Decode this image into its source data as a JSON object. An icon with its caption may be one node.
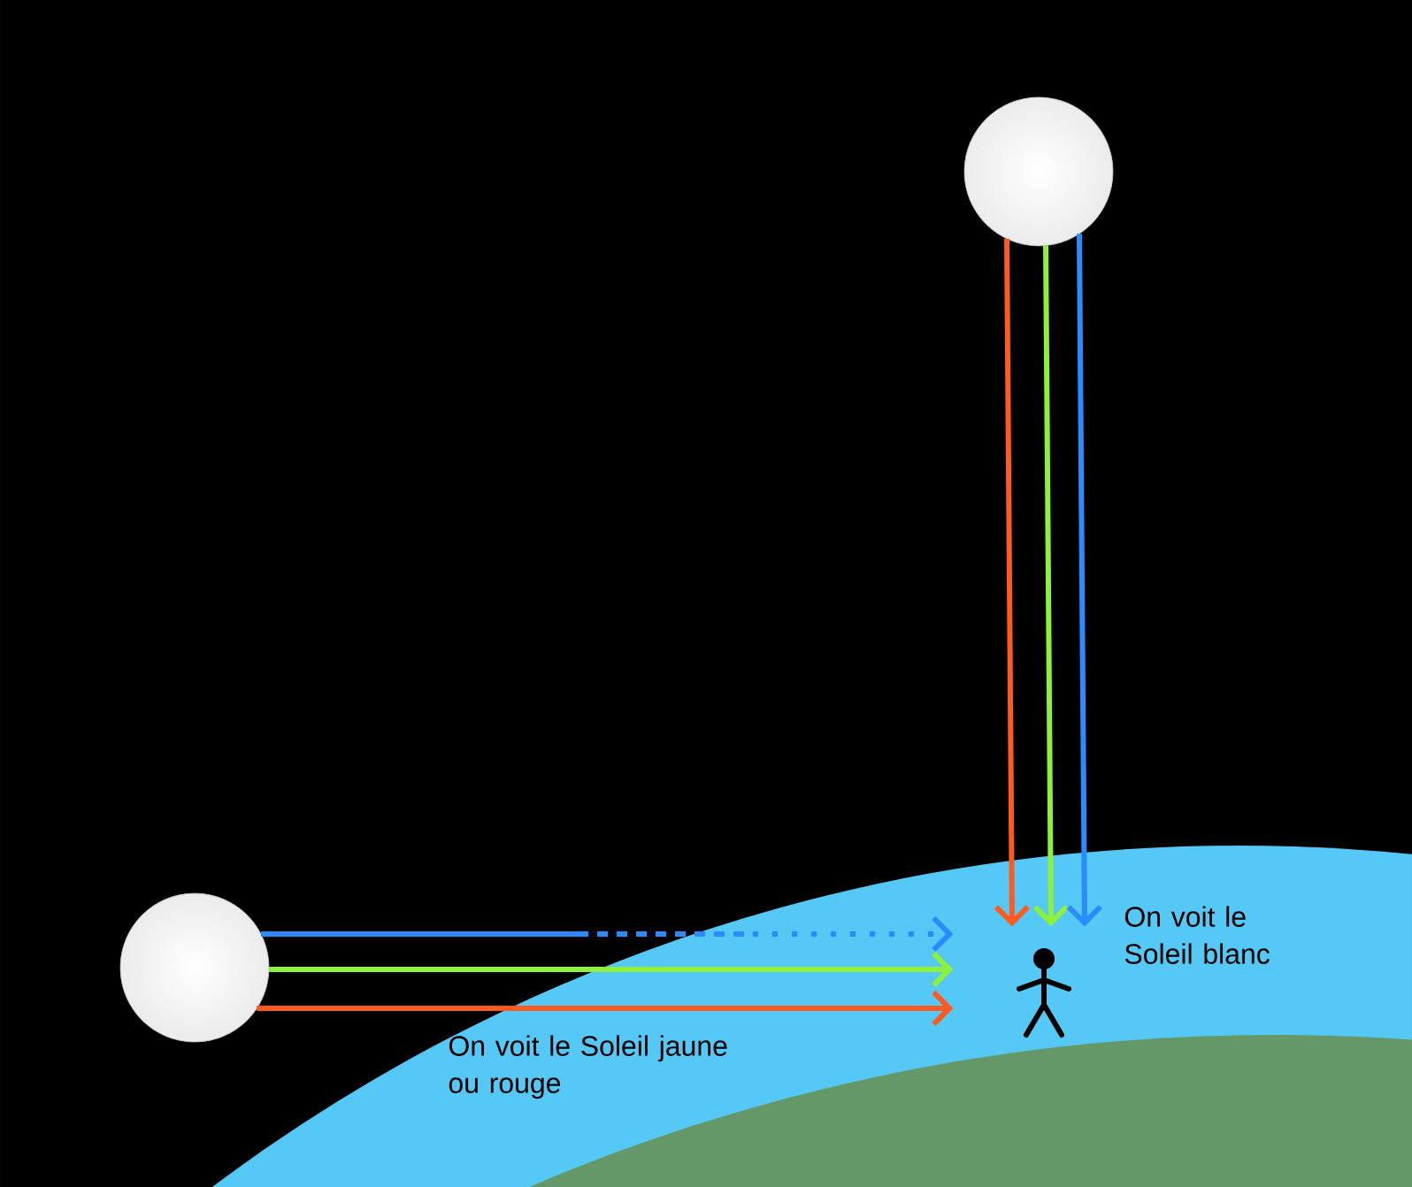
{
  "diagram": {
    "nodes": [
      {
        "text": [],
        "shape": "circle"
      },
      {
        "text": [],
        "shape": "circle"
      },
      {
        "text": [],
        "shape": "person"
      }
    ],
    "edges": [
      {
        "from": 0,
        "to": 2,
        "arrow": "to",
        "color": "#ff5a1f"
      },
      {
        "from": 0,
        "to": 2,
        "arrow": "to",
        "color": "#8cf03c"
      },
      {
        "from": 0,
        "to": 2,
        "arrow": "to",
        "color": "#2a8cff"
      },
      {
        "from": 1,
        "to": 2,
        "arrow": "to",
        "color": "#2a8cff",
        "style": "dashed"
      },
      {
        "from": 1,
        "to": 2,
        "arrow": "to",
        "color": "#8cf03c"
      },
      {
        "from": 1,
        "to": 2,
        "arrow": "to",
        "color": "#ff5a1f"
      }
    ],
    "labels": [
      "On voit le Soleil blanc",
      "On voit le Soleil jaune ou rouge"
    ]
  }
}
